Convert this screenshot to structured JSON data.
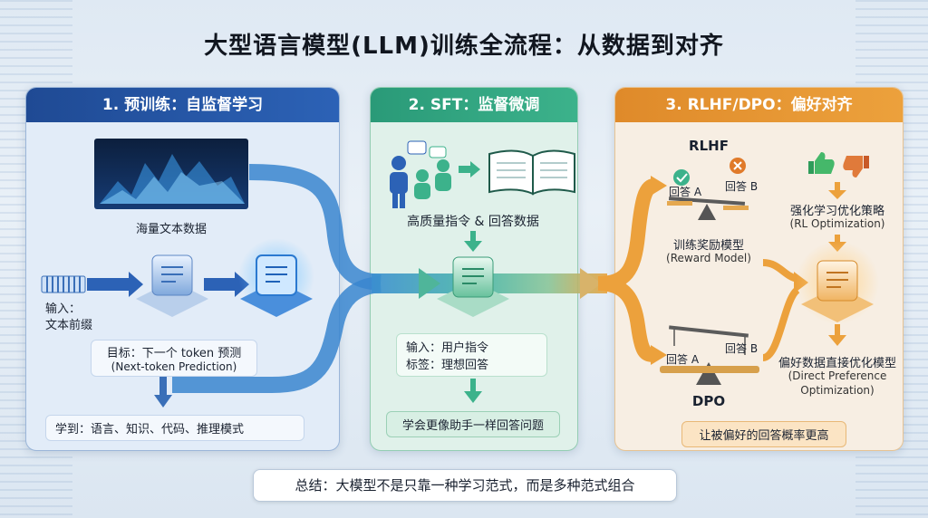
{
  "title": "大型语言模型(LLM)训练全流程：从数据到对齐",
  "stage1": {
    "header": "1. 预训练：自监督学习",
    "data_label": "海量文本数据",
    "input_label": "输入：",
    "input_sub": "文本前缀",
    "goal_line1": "目标：下一个 token 预测",
    "goal_line2": "(Next-token Prediction)",
    "learned": "学到：语言、知识、代码、推理模式"
  },
  "stage2": {
    "header": "2. SFT：监督微调",
    "data_label": "高质量指令 & 回答数据",
    "input_line1": "输入：用户指令",
    "input_line2": "标签：理想回答",
    "result": "学会更像助手一样回答问题"
  },
  "stage3": {
    "header": "3. RLHF/DPO：偏好对齐",
    "rlhf_label": "RLHF",
    "answer_a": "回答 A",
    "answer_b": "回答 B",
    "reward_line1": "训练奖励模型",
    "reward_line2": "(Reward Model)",
    "rl_line1": "强化学习优化策略",
    "rl_line2": "(RL Optimization)",
    "dpo_label": "DPO",
    "dpo_line1": "偏好数据直接优化模型",
    "dpo_line2": "(Direct Preference",
    "dpo_line3": "Optimization)",
    "result": "让被偏好的回答概率更高"
  },
  "summary": "总结：大模型不是只靠一种学习范式，而是多种范式组合",
  "colors": {
    "blue": "#2c62b6",
    "green": "#3cb28b",
    "orange": "#eca13c"
  }
}
